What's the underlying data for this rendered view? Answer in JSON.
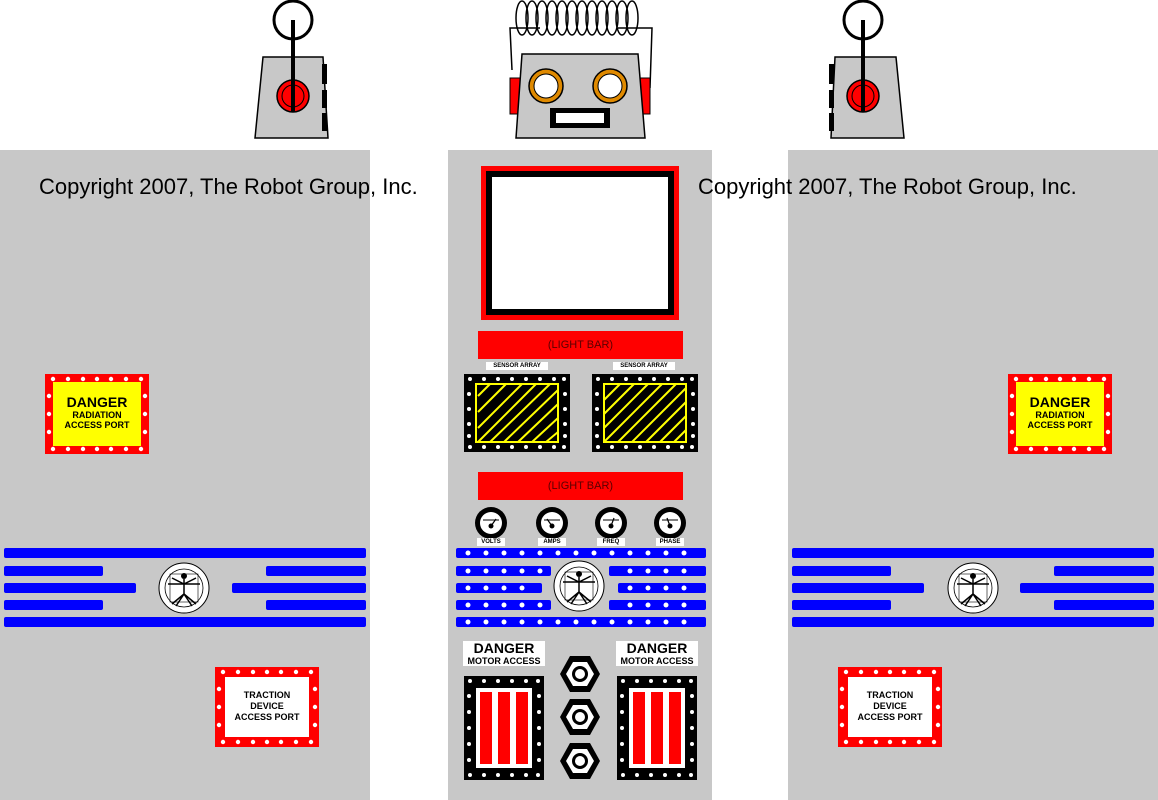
{
  "copyright": "Copyright 2007, The Robot Group, Inc.",
  "center_panel": {
    "light_bar_label": "(LIGHT BAR)",
    "sensor_label": "SENSOR ARRAY",
    "gauges": [
      "VOLTS",
      "AMPS",
      "FREQ",
      "PHASE"
    ],
    "motor_title": "DANGER",
    "motor_subtitle": "MOTOR ACCESS"
  },
  "side_panel": {
    "danger_title": "DANGER",
    "danger_line1": "RADIATION",
    "danger_line2": "ACCESS PORT",
    "traction_line1": "TRACTION",
    "traction_line2": "DEVICE",
    "traction_line3": "ACCESS PORT"
  },
  "colors": {
    "panel": "#c8c8c8",
    "red": "#ff0000",
    "blue": "#0000ff",
    "yellow": "#ffff00",
    "black": "#000000"
  }
}
